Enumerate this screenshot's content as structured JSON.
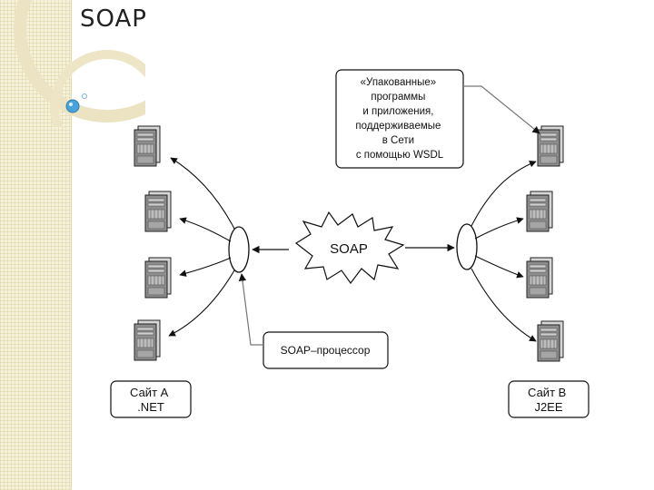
{
  "slide": {
    "title": "SOAP"
  },
  "diagram": {
    "packaged_note": [
      "«Упакованные»",
      "программы",
      "и приложения,",
      "поддерживаемые",
      "в Сети",
      "с помощью WSDL"
    ],
    "center_label": "SOAP",
    "processor_label": "SOAP–процессор",
    "site_a": [
      "Сайт А",
      ".NET"
    ],
    "site_b": [
      "Сайт В",
      "J2EE"
    ]
  },
  "icons": [
    "server-icon",
    "router-icon",
    "explosion-icon"
  ]
}
